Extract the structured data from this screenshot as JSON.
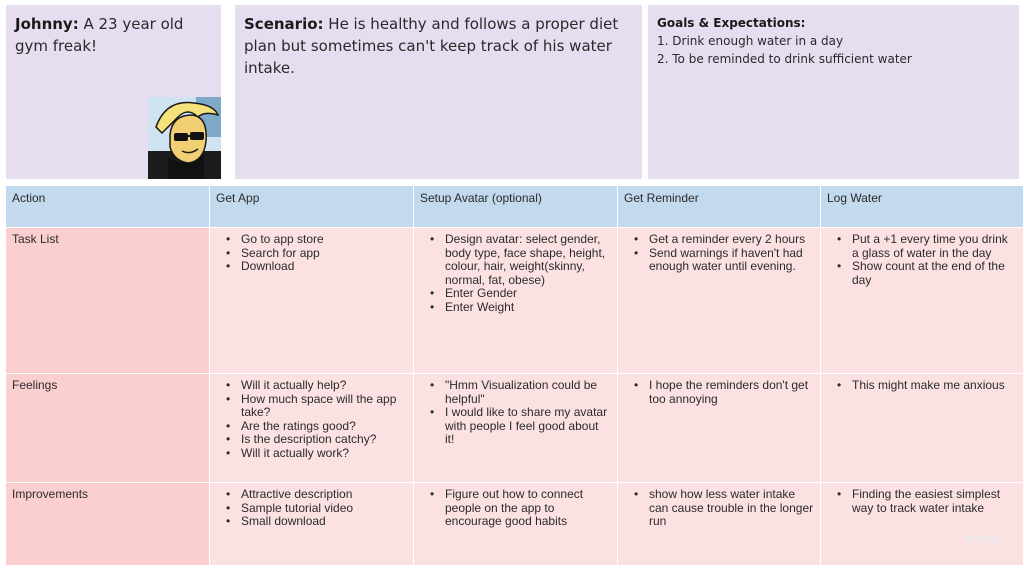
{
  "persona": {
    "name": "Johnny:",
    "desc": " A 23 year old gym freak!"
  },
  "scenario": {
    "label": "Scenario:",
    "text": " He is healthy and follows a proper diet plan but sometimes can't keep track of his water intake."
  },
  "goals": {
    "title": "Goals & Expectations:",
    "items": [
      "1. Drink enough water in a day",
      "2. To be reminded to drink sufficient water"
    ]
  },
  "table": {
    "headers": [
      "Action",
      "Get App",
      "Setup Avatar (optional)",
      "Get Reminder",
      "Log Water"
    ],
    "rows": [
      {
        "label": "Task List",
        "cells": [
          [
            "Go to app store",
            "Search for app",
            "Download"
          ],
          [
            "Design avatar: select   gender, body type, face shape, height, colour, hair, weight(skinny, normal, fat, obese)",
            "Enter Gender",
            "Enter Weight"
          ],
          [
            "Get a reminder every 2 hours",
            "Send warnings if haven't had enough water until evening."
          ],
          [
            "Put a +1 every time you drink a glass of water in the day",
            "Show count at the end of the day"
          ]
        ]
      },
      {
        "label": "Feelings",
        "cells": [
          [
            "Will it actually help?",
            "How much space will the app take?",
            "Are the ratings good?",
            "Is the description catchy?",
            "Will it actually work?"
          ],
          [
            "\"Hmm Visualization could be helpful\"",
            "I would like to share my avatar with people I feel good about it!"
          ],
          [
            "I hope the reminders don't get too annoying"
          ],
          [
            "This might make me anxious"
          ]
        ]
      },
      {
        "label": "Improvements",
        "cells": [
          [
            "Attractive description",
            "Sample tutorial video",
            "Small download"
          ],
          [
            "Figure out how to connect people on the app to encourage good habits"
          ],
          [
            "show how less water intake can cause trouble in the longer run"
          ],
          [
            "Finding the easiest simplest way to track water intake"
          ]
        ]
      }
    ]
  },
  "watermark": "miro",
  "colors": {
    "card": "#e6ddf0",
    "header": "#c2d9ee",
    "label": "#fbcfd0",
    "body": "#fbe1e2"
  }
}
